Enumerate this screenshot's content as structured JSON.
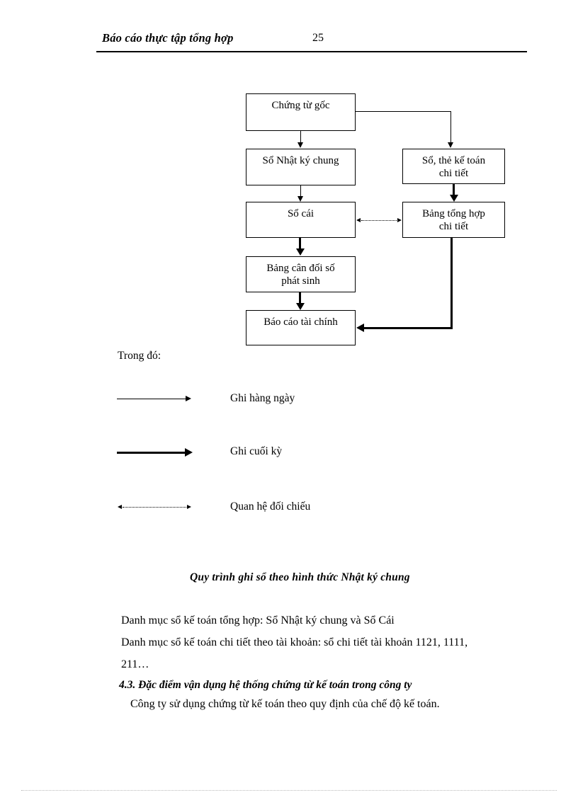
{
  "header": {
    "title": "Báo cáo thực tập tổng hợp",
    "page_number": "25"
  },
  "flowchart": {
    "title": "Quy trình ghi sổ theo hình thức Nhật ký chung",
    "nodes": [
      {
        "id": "chung-tu-goc",
        "label": "Chứng từ gốc"
      },
      {
        "id": "so-nhat-ky-chung",
        "label": "Sổ Nhật ký chung"
      },
      {
        "id": "so-the-ke-toan",
        "line1": "Sổ, thẻ kế toán",
        "line2": "chi tiết"
      },
      {
        "id": "so-cai",
        "label": "Sổ cái"
      },
      {
        "id": "bang-tong-hop",
        "line1": "Bảng tổng hợp",
        "line2": "chi tiết"
      },
      {
        "id": "bang-can-doi",
        "line1": "Bảng cân đối số",
        "line2": "phát sinh"
      },
      {
        "id": "bao-cao-tai-chinh",
        "label": "Báo cáo tài chính"
      }
    ]
  },
  "legend": {
    "intro": "Trong đó:",
    "items": [
      {
        "style": "thin-arrow",
        "label": "Ghi hàng ngày"
      },
      {
        "style": "thick-arrow",
        "label": "Ghi cuối kỳ"
      },
      {
        "style": "dotted-double-arrow",
        "label": "Quan hệ đối chiếu"
      }
    ]
  },
  "body": {
    "line1": "Danh mục sổ kế toán tổng hợp: Sổ Nhật ký chung và Sổ Cái",
    "line2": "Danh mục sổ kế toán chi tiết theo tài khoản: sổ chi tiết tài khoản 1121, 1111,",
    "line3": "211…",
    "heading": "4.3. Đặc điểm vận dụng hệ thống chứng từ kế toán trong công ty",
    "line4": "Công ty sử dụng chứng từ kế toán theo quy định của chế độ kế toán."
  }
}
